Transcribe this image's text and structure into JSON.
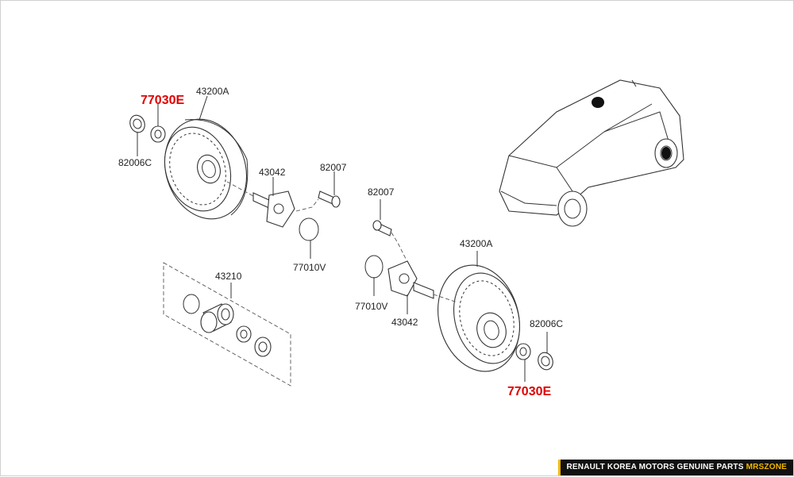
{
  "labels": {
    "p1_hot": "77030E",
    "p1_drum": "43200A",
    "p1_cap": "82006C",
    "p1_hub": "43042",
    "p1_bolt": "82007",
    "p1_ring": "77010V",
    "bearing_kit": "43210",
    "p2_bolt": "82007",
    "p2_drum": "43200A",
    "p2_ring": "77010V",
    "p2_hub": "43042",
    "p2_cap": "82006C",
    "p2_hot": "77030E"
  },
  "footer": {
    "text": "RENAULT KOREA MOTORS GENUINE PARTS",
    "brand": "MRSZONE"
  },
  "colors": {
    "highlight": "#e00000",
    "footer_bg": "#111111",
    "footer_accent": "#f2b800"
  }
}
